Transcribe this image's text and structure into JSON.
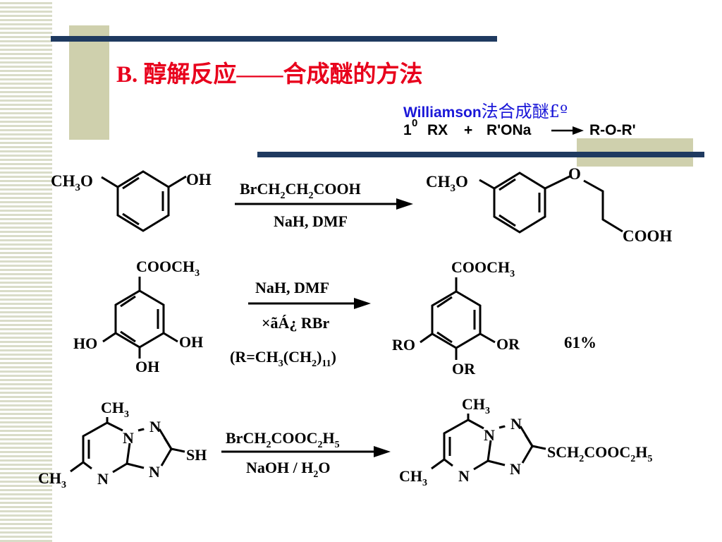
{
  "title": "B. 醇解反应——合成醚的方法",
  "williamson": {
    "title_latin": "Williamson",
    "title_cjk": "法合成醚£º",
    "equation": {
      "one": "1",
      "zero": "0",
      "rx": "RX",
      "plus": "+",
      "ona": "R'ONa",
      "product": "R-O-R'"
    }
  },
  "reactions": [
    {
      "sm": {
        "ch": "CH",
        "sub3": "3",
        "o": "O",
        "oh": "OH"
      },
      "reagent_above": {
        "p1": "BrCH",
        "s1": "2",
        "p2": "CH",
        "s2": "2",
        "p3": "COOH"
      },
      "reagent_below": "NaH, DMF",
      "product": {
        "ch": "CH",
        "sub3": "3",
        "o": "O",
        "ether_o": "O",
        "cooh": "COOH"
      }
    },
    {
      "sm": {
        "cooch": "COOCH",
        "sub3": "3",
        "ho": "HO",
        "oh_right": "OH",
        "oh_bottom": "OH"
      },
      "reagent_above": "NaH, DMF",
      "reagent_below": "×ãÁ¿ RBr",
      "condition": {
        "p1": "(R=CH",
        "s1": "3",
        "p2": "(CH",
        "s2": "2",
        "p3": ")",
        "s3": "11",
        "p4": ")"
      },
      "product": {
        "cooch": "COOCH",
        "sub3": "3",
        "ro": "RO",
        "or_right": "OR",
        "or_bottom": "OR"
      },
      "yield": "61%"
    },
    {
      "sm": {
        "ch": "CH",
        "sub3": "3",
        "n": "N",
        "dash": "-",
        "sh": "SH"
      },
      "reagent_above": {
        "p1": "BrCH",
        "s1": "2",
        "p2": "COOC",
        "s2": "2",
        "p3": "H",
        "s3": "5"
      },
      "reagent_below": {
        "p1": "NaOH / H",
        "s1": "2",
        "p2": "O"
      },
      "product": {
        "ch": "CH",
        "sub3": "3",
        "n": "N",
        "dash": "-",
        "p1": "SCH",
        "s1": "2",
        "p2": "COOC",
        "s2": "2",
        "p3": "H",
        "s3": "5"
      }
    }
  ]
}
